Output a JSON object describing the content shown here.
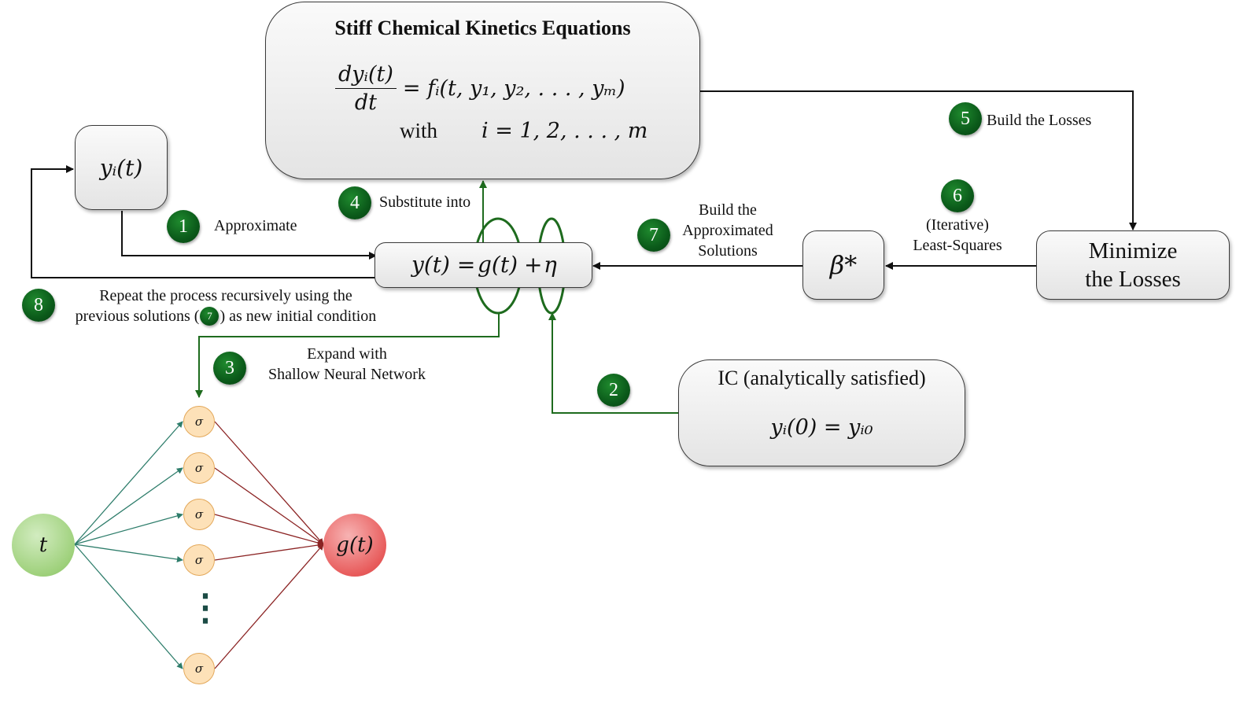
{
  "ode_box": {
    "title": "Stiff Chemical Kinetics Equations",
    "frac_num": "dyᵢ(t)",
    "frac_den": "dt",
    "rhs": "= fᵢ(t, y₁, y₂, . . . , yₘ)",
    "with_word": "with",
    "index_range": "i = 1, 2, . . . , m"
  },
  "yi_box": {
    "text": "yᵢ(t)"
  },
  "ansatz_box": {
    "lhs": "y(t) =",
    "g": "g(t)",
    "plus": "+",
    "eta": "η"
  },
  "beta_box": {
    "text": "β*"
  },
  "minimize_box": {
    "line1": "Minimize",
    "line2": "the Losses"
  },
  "ic_box": {
    "title": "IC (analytically satisfied)",
    "eq": "yᵢ(0) = yᵢ₀"
  },
  "nn": {
    "input": "t",
    "output": "g(t)",
    "hidden_symbol": "σ",
    "ellipsis": "⋮",
    "input_color": "#9fd17c",
    "output_color": "#e85c5c",
    "hidden_color": "#fde1b8",
    "in_edge_color": "#2e7d6b",
    "out_edge_color": "#8b2323"
  },
  "steps": [
    {
      "num": "1",
      "text": "Approximate"
    },
    {
      "num": "2",
      "text": ""
    },
    {
      "num": "3",
      "line1": "Expand with",
      "line2": "Shallow Neural Network"
    },
    {
      "num": "4",
      "text": "Substitute into"
    },
    {
      "num": "5",
      "text": "Build the Losses"
    },
    {
      "num": "6",
      "line1": "(Iterative)",
      "line2": "Least-Squares"
    },
    {
      "num": "7",
      "line1": "Build the",
      "line2": "Approximated",
      "line3": "Solutions"
    },
    {
      "num": "8",
      "line1": "Repeat the process recursively using the",
      "line2a": "previous solutions (",
      "inline_badge": "7",
      "line2b": ") as new initial condition"
    }
  ],
  "colors": {
    "green_arrow": "#1e6b1e",
    "black_arrow": "#111111",
    "badge": "#0b5a1a"
  }
}
